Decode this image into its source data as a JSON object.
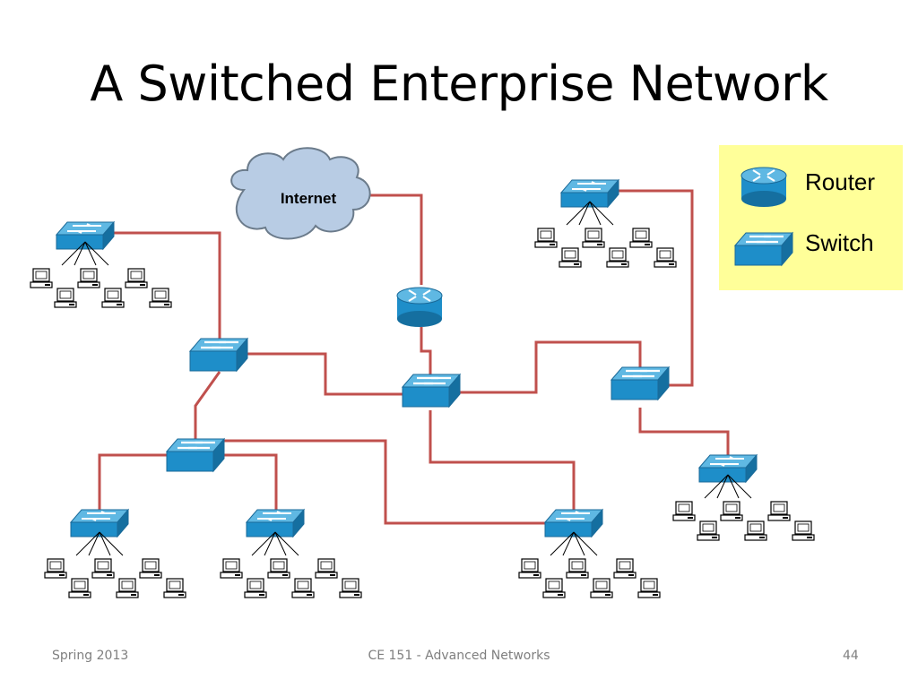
{
  "slide": {
    "title": "A Switched Enterprise Network",
    "footer": {
      "left": "Spring 2013",
      "center": "CE 151 - Advanced Networks",
      "right": "44"
    }
  },
  "legend": {
    "background": "#ffff99",
    "router_label": "Router",
    "switch_label": "Switch"
  },
  "diagram": {
    "cloud_label": "Internet",
    "link_color": "#c0504d",
    "device_color": "#1e8ec9",
    "icons": [
      "router-icon",
      "switch-icon",
      "computer-icon",
      "cloud-icon"
    ]
  }
}
